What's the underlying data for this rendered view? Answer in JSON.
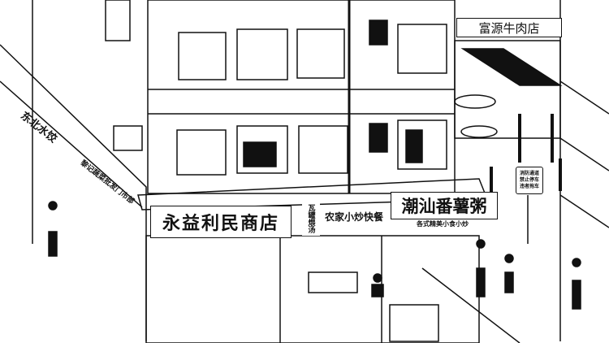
{
  "signs": {
    "main_store": "永益利民商店",
    "clay_pot_soup": "瓦罐煨汤",
    "farm_stir_fry": "农家小炒快餐",
    "congee_shop": "潮汕番薯粥",
    "congee_sub": "各式精美小食小炒",
    "beef_shop": "富源牛肉店",
    "fire_lane_notice": "消防通道 禁止停车 违者拖车",
    "dumplings": "东北水饺",
    "vegetable_wholesale": "黎记蔬菜批发门市部"
  },
  "colors": {
    "ink": "#111111",
    "paper": "#ffffff"
  }
}
